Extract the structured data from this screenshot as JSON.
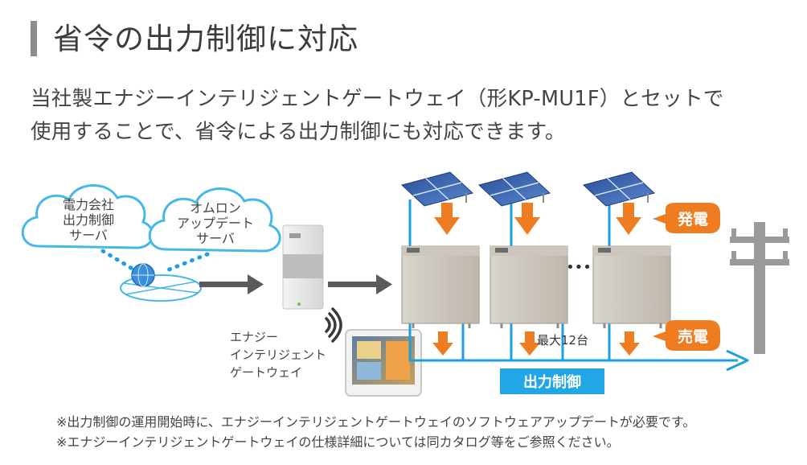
{
  "title": "省令の出力制御に対応",
  "lead": [
    "当社製エナジーインテリジェントゲートウェイ（形KP-MU1F）とセットで",
    "使用することで、省令による出力制御にも対応できます。"
  ],
  "diagram": {
    "cloud_power_company": [
      "電力会社",
      "出力制御",
      "サーバ"
    ],
    "cloud_omron": [
      "オムロン",
      "アップデート",
      "サーバ"
    ],
    "gateway_label": [
      "エナジー",
      "インテリジェント",
      "ゲートウェイ"
    ],
    "badge_generation": "発電",
    "badge_sell": "売電",
    "max_units": "最大12台",
    "output_control": "出力制御",
    "ellipsis": "•••",
    "colors": {
      "cloud_outline": "#46b8e8",
      "cloud_fill": "#ffffff",
      "flow_line": "#1e9fe0",
      "arrow_orange": "#ee7d22",
      "badge_orange": "#ee7d22",
      "output_control_bg": "#22a6e6",
      "gray_arrow": "#5a5a5a"
    }
  },
  "notes": [
    "※出力制御の運用開始時に、エナジーインテリジェントゲートウェイのソフトウェアアップデートが必要です。",
    "※エナジーインテリジェントゲートウェイの仕様詳細については同カタログ等をご参照ください。"
  ]
}
